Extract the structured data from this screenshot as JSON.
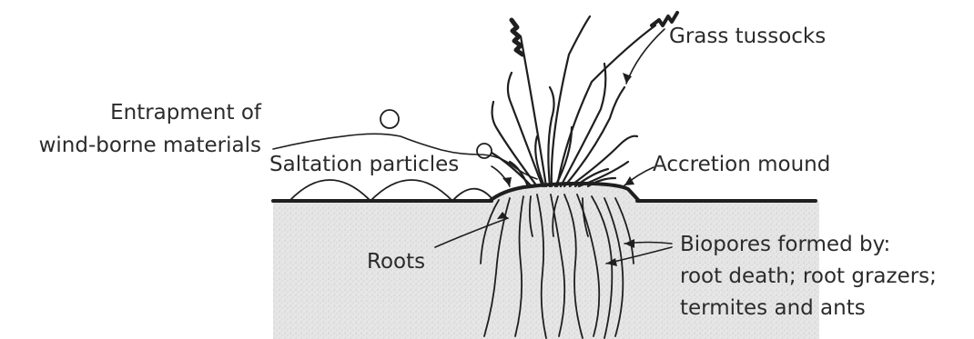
{
  "labels": {
    "entrapment_line1": "Entrapment of",
    "entrapment_line2": "wind-borne materials",
    "grass_tussocks": "Grass tussocks",
    "saltation_particles": "Saltation particles",
    "accretion_mound": "Accretion mound",
    "roots": "Roots",
    "biopores_line1": "Biopores formed by:",
    "biopores_line2": "root death; root grazers;",
    "biopores_line3": "termites and ants"
  },
  "colors": {
    "ink": "#1f1f1f",
    "text": "#2b2b2b",
    "soil": "#e4e4e4",
    "soil_speckle": "#cfcfcf",
    "background": "#ffffff"
  }
}
